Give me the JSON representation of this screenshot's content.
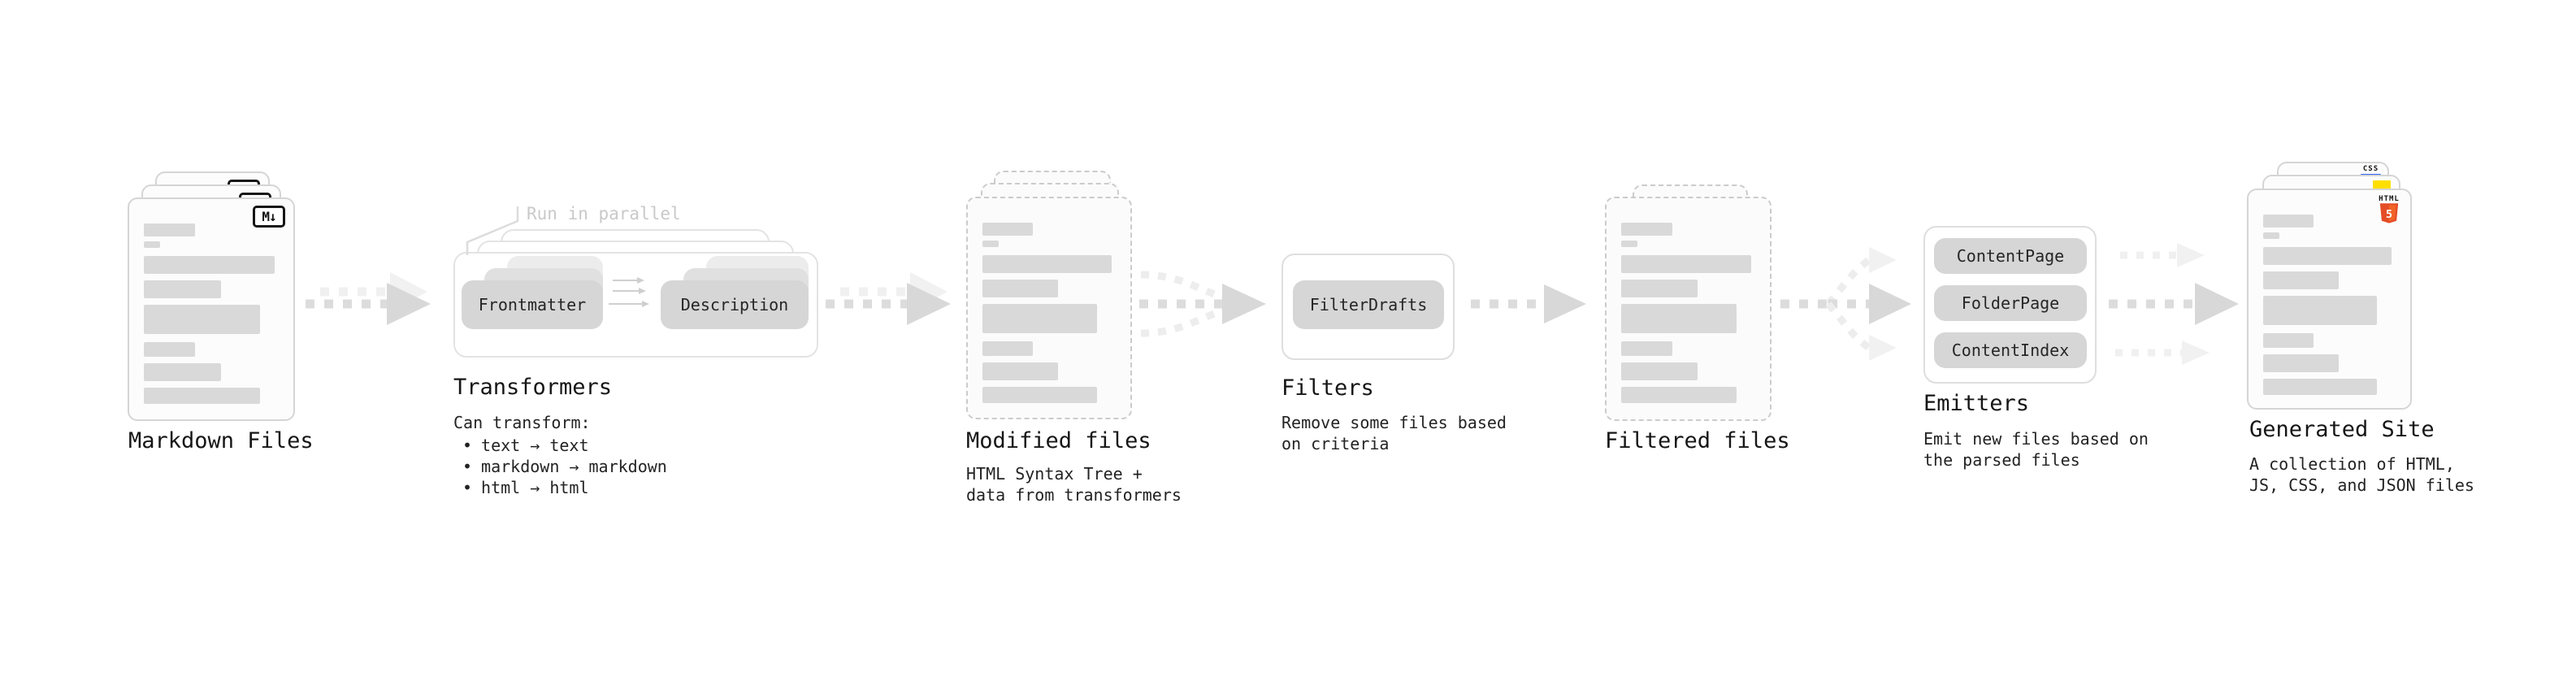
{
  "stages": {
    "markdown": {
      "label": "Markdown Files"
    },
    "transformers": {
      "label": "Transformers",
      "note": "Run in parallel",
      "chips": [
        "Frontmatter",
        "Description"
      ],
      "desc_title": "Can transform:",
      "bullet_glyph": "•",
      "bullets": [
        "text → text",
        "markdown → markdown",
        "html → html"
      ]
    },
    "modified": {
      "label": "Modified files",
      "desc": [
        "HTML Syntax Tree +",
        "data from transformers"
      ]
    },
    "filters": {
      "label": "Filters",
      "chips": [
        "FilterDrafts"
      ],
      "desc": [
        "Remove some files based",
        "on criteria"
      ]
    },
    "filtered": {
      "label": "Filtered files"
    },
    "emitters": {
      "label": "Emitters",
      "chips": [
        "ContentPage",
        "FolderPage",
        "ContentIndex"
      ],
      "desc": [
        "Emit new files based on",
        "the parsed files"
      ]
    },
    "generated": {
      "label": "Generated Site",
      "desc": [
        "A collection of HTML,",
        "JS, CSS, and JSON files"
      ]
    }
  },
  "icons": {
    "markdown_glyph": "M↓",
    "html5_word": "HTML",
    "html5_five": "5",
    "css_word": "CSS"
  },
  "colors": {
    "html5_dark": "#e44d26",
    "html5_light": "#f16529",
    "js_yellow": "#ffdf00",
    "css_blue": "#2965f1"
  }
}
